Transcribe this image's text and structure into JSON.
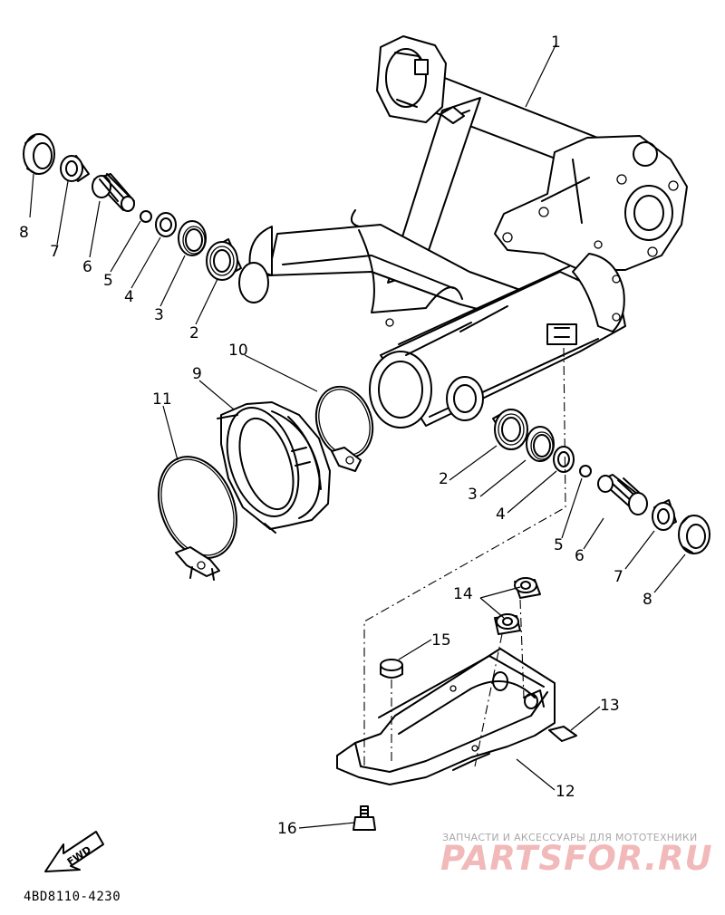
{
  "diagram": {
    "labels": [
      {
        "id": "p1",
        "text": "1"
      },
      {
        "id": "p2a",
        "text": "2"
      },
      {
        "id": "p3a",
        "text": "3"
      },
      {
        "id": "p4a",
        "text": "4"
      },
      {
        "id": "p5a",
        "text": "5"
      },
      {
        "id": "p6a",
        "text": "6"
      },
      {
        "id": "p7a",
        "text": "7"
      },
      {
        "id": "p8a",
        "text": "8"
      },
      {
        "id": "p9",
        "text": "9"
      },
      {
        "id": "p10",
        "text": "10"
      },
      {
        "id": "p11",
        "text": "11"
      },
      {
        "id": "p2b",
        "text": "2"
      },
      {
        "id": "p3b",
        "text": "3"
      },
      {
        "id": "p4b",
        "text": "4"
      },
      {
        "id": "p5b",
        "text": "5"
      },
      {
        "id": "p6b",
        "text": "6"
      },
      {
        "id": "p7b",
        "text": "7"
      },
      {
        "id": "p8b",
        "text": "8"
      },
      {
        "id": "p12",
        "text": "12"
      },
      {
        "id": "p13",
        "text": "13"
      },
      {
        "id": "p14",
        "text": "14"
      },
      {
        "id": "p15",
        "text": "15"
      },
      {
        "id": "p16",
        "text": "16"
      }
    ],
    "fwd_label": "FWD",
    "drawing_code": "4BD8110-4230"
  },
  "watermark": {
    "subtitle": "ЗАПЧАСТИ И АКСЕССУАРЫ ДЛЯ МОТОТЕХНИКИ",
    "brand": "PARTSFOR.RU"
  }
}
